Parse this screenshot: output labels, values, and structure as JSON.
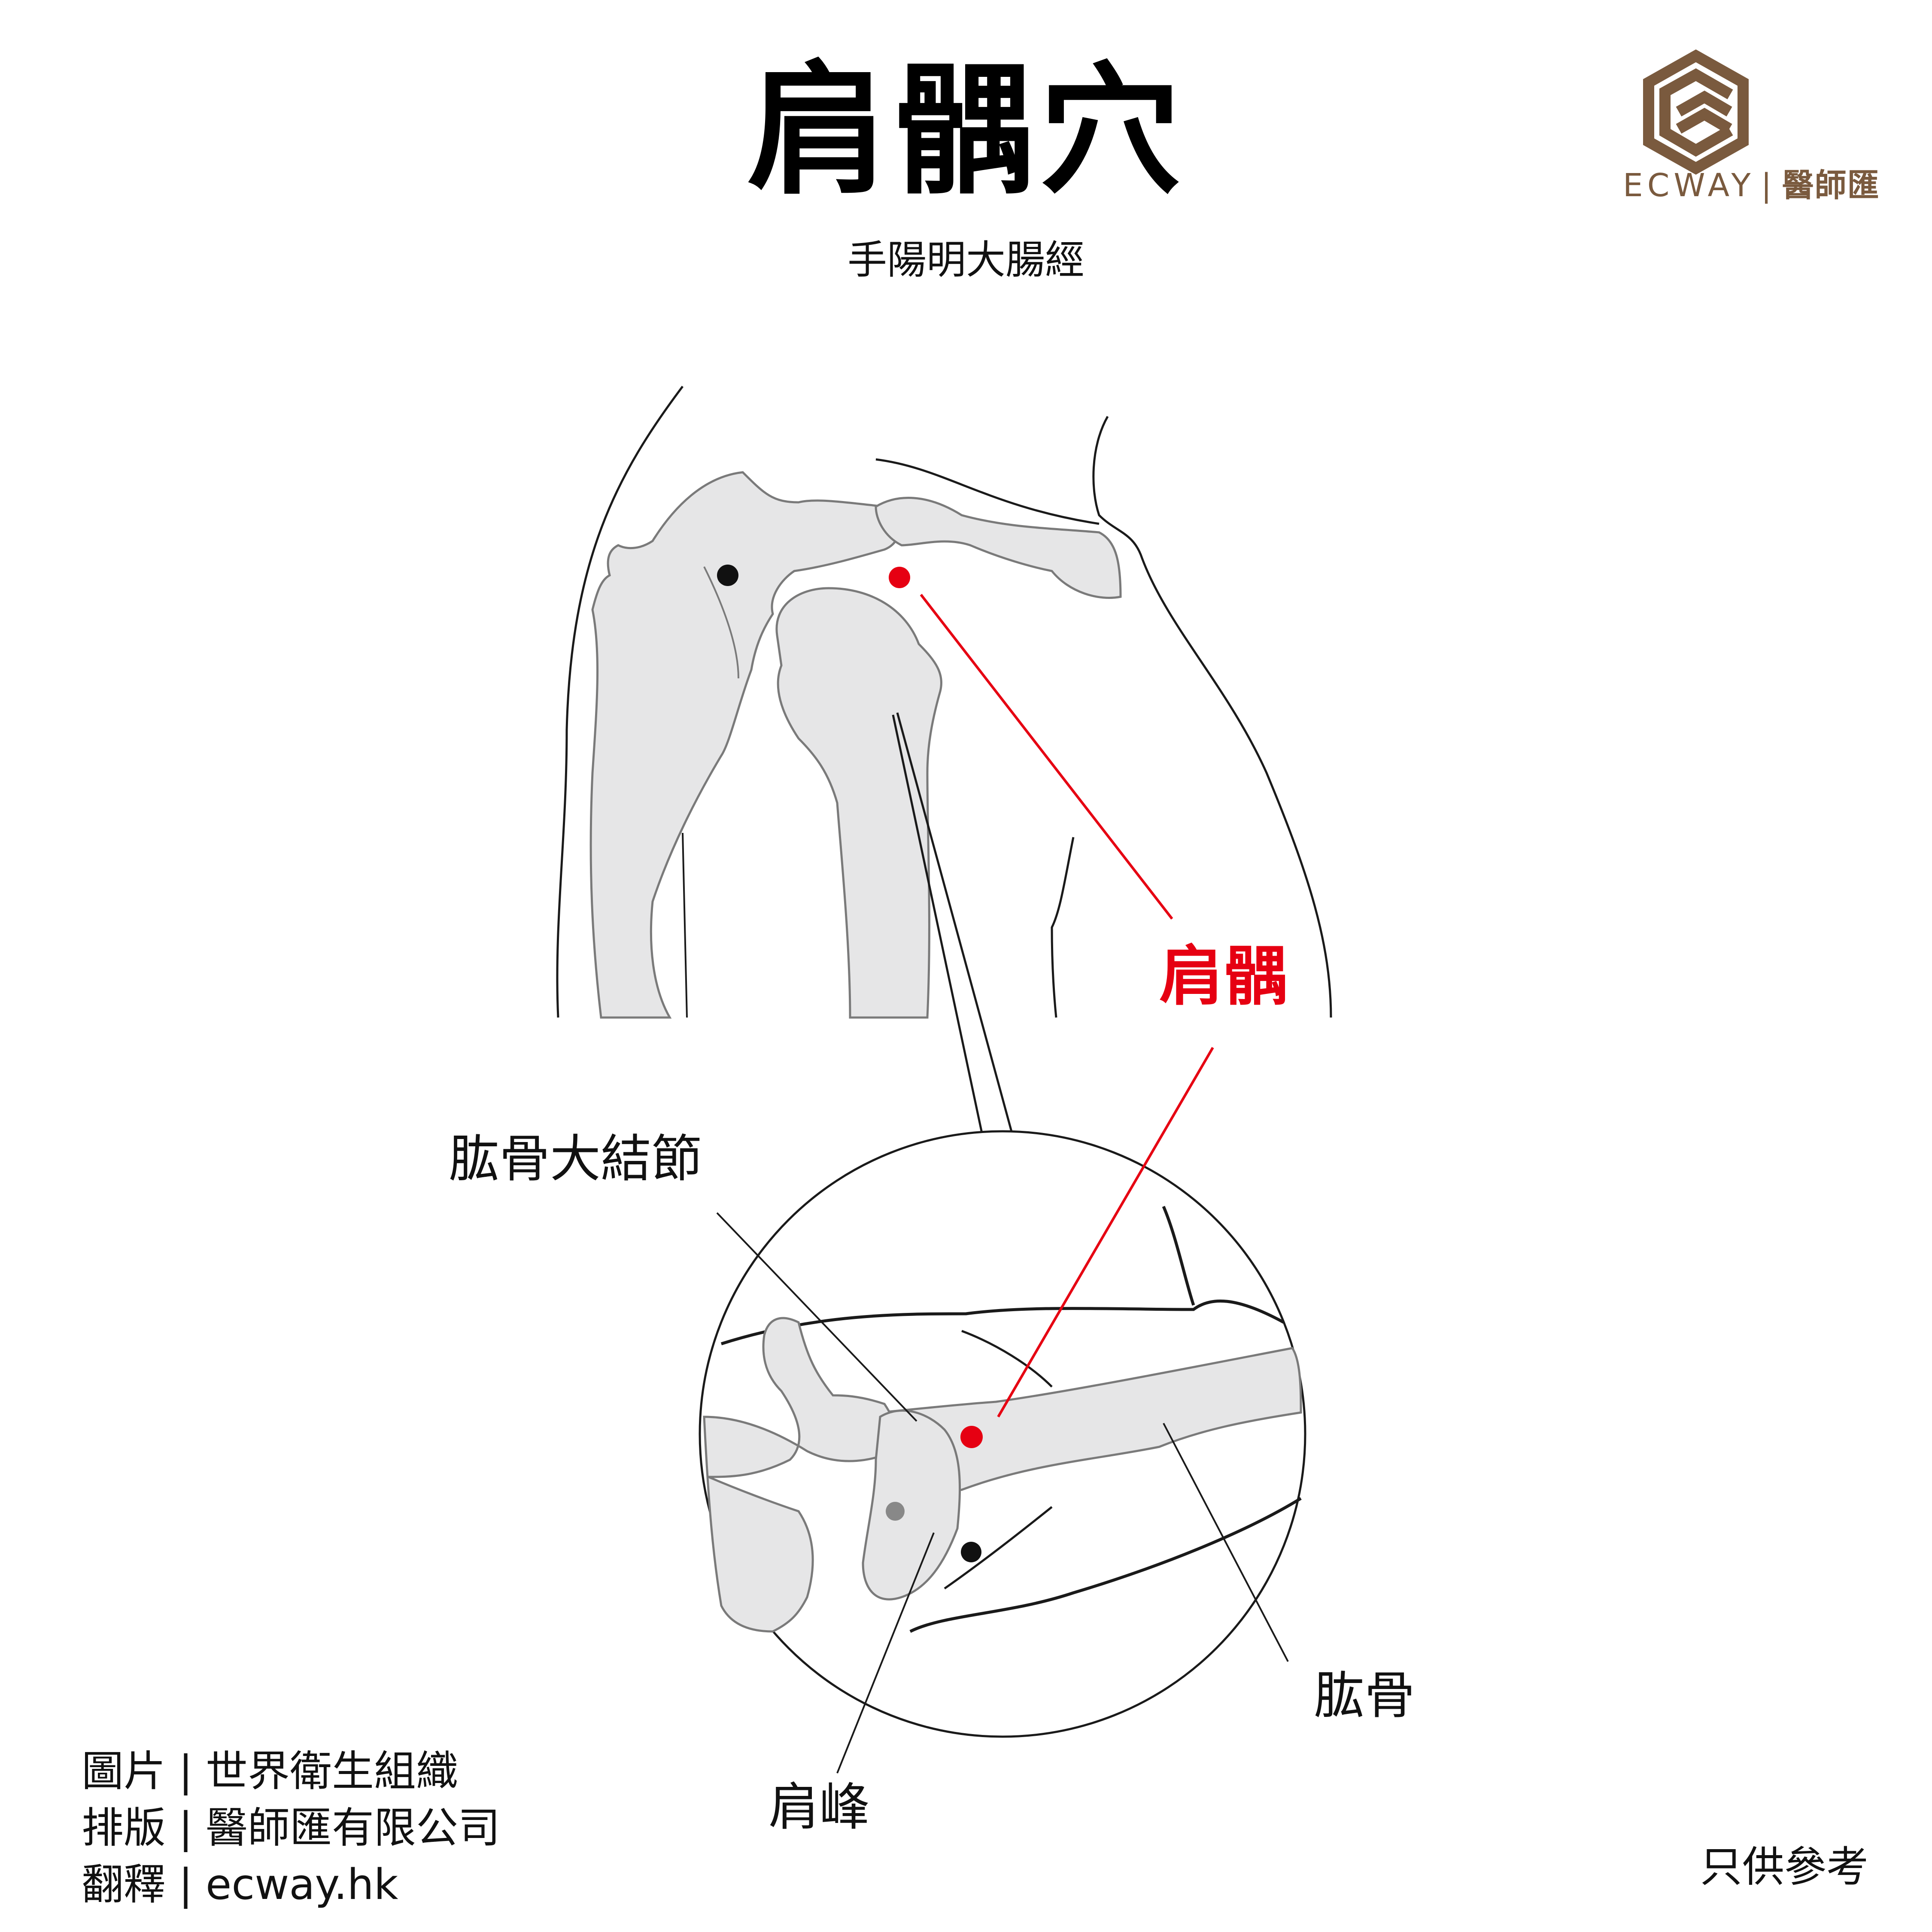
{
  "header": {
    "title": "肩髃穴",
    "subtitle": "手陽明大腸經"
  },
  "logo": {
    "brand": "ECWAY",
    "chinese": "醫師匯",
    "color": "#7a5a3e",
    "icon": "hexagon-e-icon"
  },
  "diagram": {
    "point_label": "肩髃",
    "point_color": "#e60012",
    "labels": {
      "greater_tubercle": "肱骨大結節",
      "humerus": "肱骨",
      "acromion": "肩峰"
    },
    "bone_fill": "#e6e6e7",
    "bone_stroke": "#7a7a7a"
  },
  "credits": [
    {
      "key": "圖片",
      "value": "世界衛生組織"
    },
    {
      "key": "排版",
      "value": "醫師匯有限公司"
    },
    {
      "key": "翻釋",
      "value": "ecway.hk"
    }
  ],
  "disclaimer": "只供參考"
}
